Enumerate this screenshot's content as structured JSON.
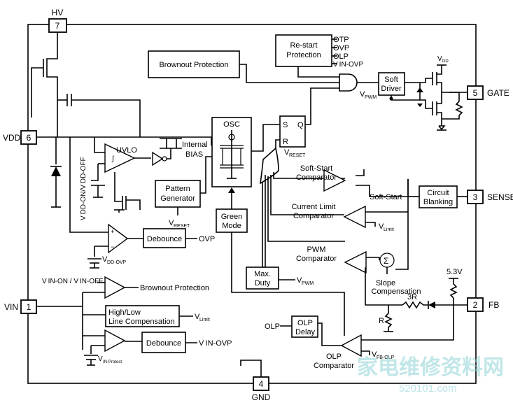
{
  "pins": {
    "hv": {
      "number": "7",
      "name": "HV"
    },
    "vdd": {
      "number": "6",
      "name": "VDD"
    },
    "vin": {
      "number": "1",
      "name": "VIN"
    },
    "gnd": {
      "number": "4",
      "name": "GND"
    },
    "gate": {
      "number": "5",
      "name": "GATE"
    },
    "sense": {
      "number": "3",
      "name": "SENSE"
    },
    "fb": {
      "number": "2",
      "name": "FB"
    }
  },
  "blocks": {
    "brownout_top": "Brownout Protection",
    "restart_l1": "Re-start",
    "restart_l2": "Protection",
    "soft_driver_l1": "Soft",
    "soft_driver_l2": "Driver",
    "osc": "OSC",
    "uvlo": "UVLO",
    "internal_bias_l1": "Internal",
    "internal_bias_l2": "BIAS",
    "pattern_gen_l1": "Pattern",
    "pattern_gen_l2": "Generator",
    "green_mode_l1": "Green",
    "green_mode_l2": "Mode",
    "debounce_ovp": "Debounce",
    "ovp": "OVP",
    "max_duty_l1": "Max.",
    "max_duty_l2": "Duty",
    "circuit_blanking_l1": "Circuit",
    "circuit_blanking_l2": "Blanking",
    "soft_start": "Soft-Start",
    "softstart_comp_l1": "Soft-Start",
    "softstart_comp_l2": "Comparator",
    "current_limit_comp_l1": "Current Limit",
    "current_limit_comp_l2": "Comparator",
    "pwm_comp_l1": "PWM",
    "pwm_comp_l2": "Comparator",
    "slope_comp_l1": "Slope",
    "slope_comp_l2": "Compensation",
    "brownout_bottom": "Brownout Protection",
    "hl_comp_l1": "High/Low",
    "hl_comp_l2": "Line Compensation",
    "debounce_vin": "Debounce",
    "vin_ovp": "V IN-OVP",
    "olp_delay_l1": "OLP",
    "olp_delay_l2": "Delay",
    "olp": "OLP",
    "olp_comp_l1": "OLP",
    "olp_comp_l2": "Comparator",
    "flag_otp": "OTP",
    "flag_ovp": "OVP",
    "flag_olp": "OLP",
    "flag_vin_ovp": "V IN-OVP",
    "s": "S",
    "q": "Q",
    "r": "R",
    "three_r": "3R",
    "res_r": "R",
    "v53": "5.3V"
  },
  "signals": {
    "vdd_s": "V",
    "vdd_sub": "DD",
    "vpwm_gate": "V",
    "vpwm_gate_sub": "PWM",
    "vreset_ff": "V",
    "vreset_ff_sub": "RESET",
    "vreset_pg": "V",
    "vreset_pg_sub": "RESET",
    "vlimit_cl": "V",
    "vlimit_cl_sub": "Limit",
    "vpwm_duty": "V",
    "vpwm_duty_sub": "PWM",
    "vdd_on_off": "V DD-ON/V DD-OFF",
    "vdd_ovp": "V",
    "vdd_ovp_sub": "DD-OVP",
    "vin_on_off": "V IN-ON / V IN-OFF",
    "vlimit_hl": "V",
    "vlimit_hl_sub": "Limit",
    "vin_protect": "V",
    "vin_protect_sub": "IN-Protect",
    "vfb_olp": "V",
    "vfb_olp_sub": "FB-OLP"
  },
  "watermark": {
    "chinese": "家电维修资料网",
    "url": "520101.com"
  }
}
